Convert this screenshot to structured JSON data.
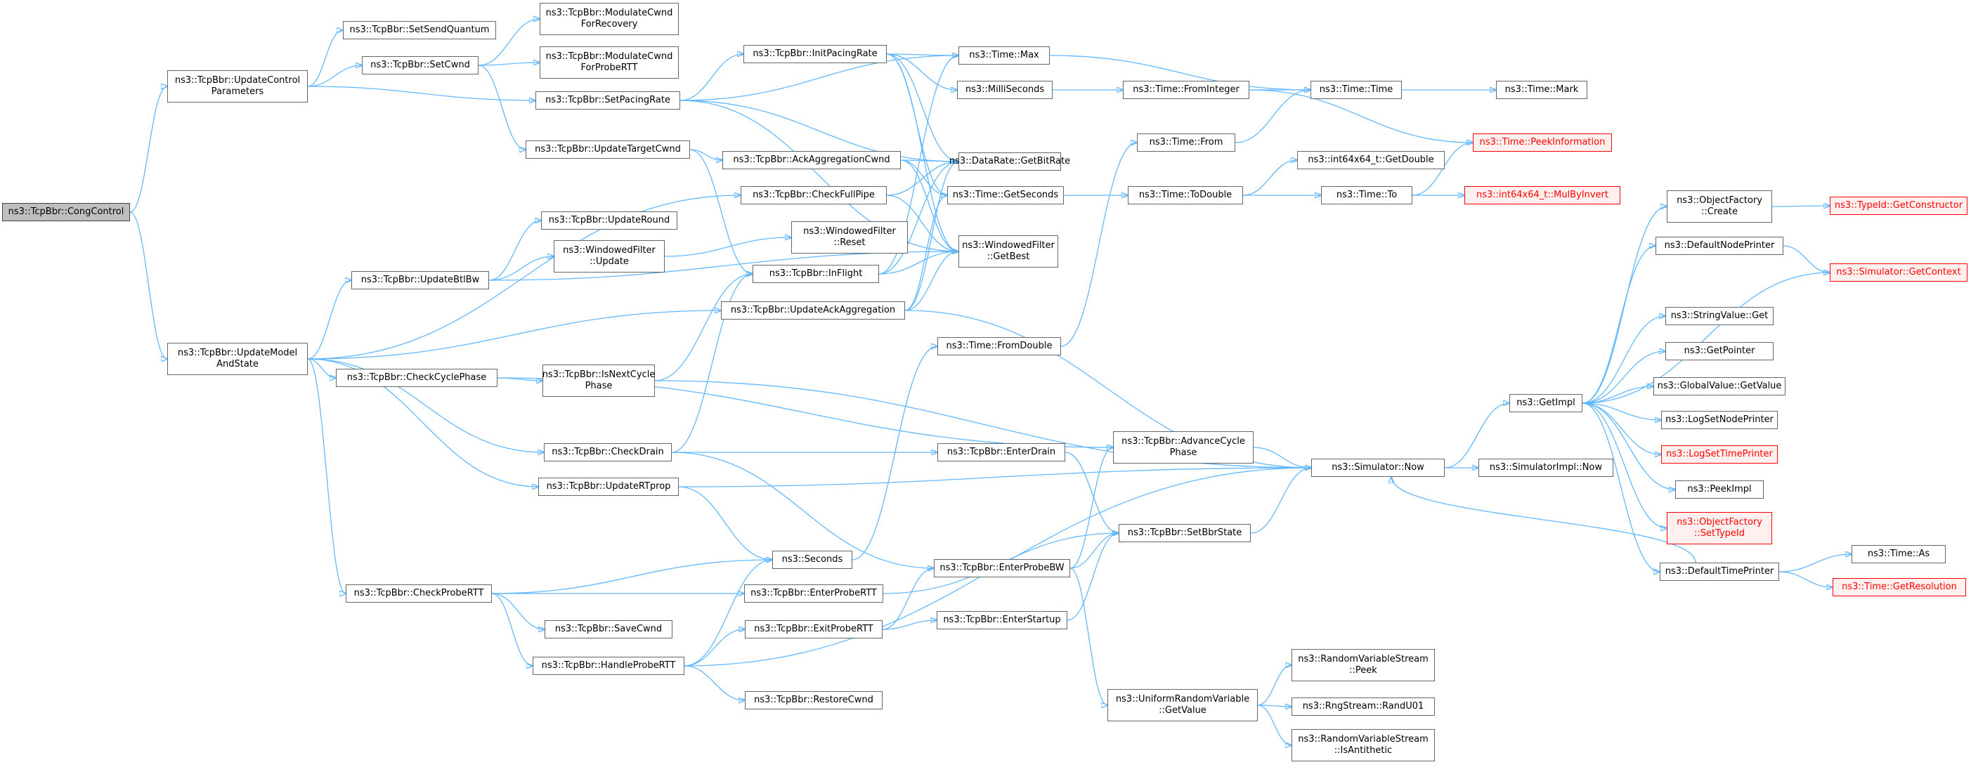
{
  "colors": {
    "edge": "#63b8ff",
    "node_border": "#666666",
    "root_fill": "#bfbfbf",
    "external_border": "#ff0000"
  },
  "nodes": [
    {
      "id": "CongControl",
      "label": "ns3::TcpBbr::CongControl",
      "kind": "root"
    },
    {
      "id": "UpdateControlParameters",
      "label": "ns3::TcpBbr::UpdateControl\nParameters"
    },
    {
      "id": "UpdateModelAndState",
      "label": "ns3::TcpBbr::UpdateModel\nAndState"
    },
    {
      "id": "SetSendQuantum",
      "label": "ns3::TcpBbr::SetSendQuantum"
    },
    {
      "id": "SetCwnd",
      "label": "ns3::TcpBbr::SetCwnd"
    },
    {
      "id": "ModulateCwndForRecovery",
      "label": "ns3::TcpBbr::ModulateCwnd\nForRecovery"
    },
    {
      "id": "ModulateCwndForProbeRTT",
      "label": "ns3::TcpBbr::ModulateCwnd\nForProbeRTT"
    },
    {
      "id": "InitPacingRate",
      "label": "ns3::TcpBbr::InitPacingRate"
    },
    {
      "id": "SetPacingRate",
      "label": "ns3::TcpBbr::SetPacingRate"
    },
    {
      "id": "UpdateTargetCwnd",
      "label": "ns3::TcpBbr::UpdateTargetCwnd"
    },
    {
      "id": "AckAggregationCwnd",
      "label": "ns3::TcpBbr::AckAggregationCwnd"
    },
    {
      "id": "CheckFullPipe",
      "label": "ns3::TcpBbr::CheckFullPipe"
    },
    {
      "id": "UpdateRound",
      "label": "ns3::TcpBbr::UpdateRound"
    },
    {
      "id": "UpdateBtlBw",
      "label": "ns3::TcpBbr::UpdateBtlBw"
    },
    {
      "id": "WFUpdate",
      "label": "ns3::WindowedFilter\n::Update"
    },
    {
      "id": "WFReset",
      "label": "ns3::WindowedFilter\n::Reset"
    },
    {
      "id": "InFlight",
      "label": "ns3::TcpBbr::InFlight"
    },
    {
      "id": "UpdateAckAggregation",
      "label": "ns3::TcpBbr::UpdateAckAggregation"
    },
    {
      "id": "CheckCyclePhase",
      "label": "ns3::TcpBbr::CheckCyclePhase"
    },
    {
      "id": "IsNextCyclePhase",
      "label": "ns3::TcpBbr::IsNextCycle\nPhase"
    },
    {
      "id": "CheckDrain",
      "label": "ns3::TcpBbr::CheckDrain"
    },
    {
      "id": "UpdateRTprop",
      "label": "ns3::TcpBbr::UpdateRTprop"
    },
    {
      "id": "CheckProbeRTT",
      "label": "ns3::TcpBbr::CheckProbeRTT"
    },
    {
      "id": "SaveCwnd",
      "label": "ns3::TcpBbr::SaveCwnd"
    },
    {
      "id": "HandleProbeRTT",
      "label": "ns3::TcpBbr::HandleProbeRTT"
    },
    {
      "id": "Seconds",
      "label": "ns3::Seconds"
    },
    {
      "id": "EnterProbeRTT",
      "label": "ns3::TcpBbr::EnterProbeRTT"
    },
    {
      "id": "ExitProbeRTT",
      "label": "ns3::TcpBbr::ExitProbeRTT"
    },
    {
      "id": "RestoreCwnd",
      "label": "ns3::TcpBbr::RestoreCwnd"
    },
    {
      "id": "TimeMax",
      "label": "ns3::Time::Max"
    },
    {
      "id": "MilliSeconds",
      "label": "ns3::MilliSeconds"
    },
    {
      "id": "GetBitRate",
      "label": "ns3::DataRate::GetBitRate"
    },
    {
      "id": "TimeGetSeconds",
      "label": "ns3::Time::GetSeconds"
    },
    {
      "id": "WFGetBest",
      "label": "ns3::WindowedFilter\n::GetBest"
    },
    {
      "id": "FromDouble",
      "label": "ns3::Time::FromDouble"
    },
    {
      "id": "EnterDrain",
      "label": "ns3::TcpBbr::EnterDrain"
    },
    {
      "id": "EnterProbeBW",
      "label": "ns3::TcpBbr::EnterProbeBW"
    },
    {
      "id": "EnterStartup",
      "label": "ns3::TcpBbr::EnterStartup"
    },
    {
      "id": "FromInteger",
      "label": "ns3::Time::FromInteger"
    },
    {
      "id": "TimeFrom",
      "label": "ns3::Time::From"
    },
    {
      "id": "ToDouble",
      "label": "ns3::Time::ToDouble"
    },
    {
      "id": "AdvanceCyclePhase",
      "label": "ns3::TcpBbr::AdvanceCycle\nPhase"
    },
    {
      "id": "SetBbrState",
      "label": "ns3::TcpBbr::SetBbrState"
    },
    {
      "id": "URVGetValue",
      "label": "ns3::UniformRandomVariable\n::GetValue"
    },
    {
      "id": "TimeTime",
      "label": "ns3::Time::Time"
    },
    {
      "id": "I64GetDouble",
      "label": "ns3::int64x64_t::GetDouble"
    },
    {
      "id": "TimeTo",
      "label": "ns3::Time::To"
    },
    {
      "id": "SimNow",
      "label": "ns3::Simulator::Now"
    },
    {
      "id": "RVSPeek",
      "label": "ns3::RandomVariableStream\n::Peek"
    },
    {
      "id": "RandU01",
      "label": "ns3::RngStream::RandU01"
    },
    {
      "id": "IsAntithetic",
      "label": "ns3::RandomVariableStream\n::IsAntithetic"
    },
    {
      "id": "TimeMark",
      "label": "ns3::Time::Mark"
    },
    {
      "id": "PeekInformation",
      "label": "ns3::Time::PeekInformation",
      "kind": "ext"
    },
    {
      "id": "MulByInvert",
      "label": "ns3::int64x64_t::MulByInvert",
      "kind": "ext"
    },
    {
      "id": "GetImpl",
      "label": "ns3::GetImpl"
    },
    {
      "id": "SimImplNow",
      "label": "ns3::SimulatorImpl::Now"
    },
    {
      "id": "OFCreate",
      "label": "ns3::ObjectFactory\n::Create"
    },
    {
      "id": "DefaultNodePrinter",
      "label": "ns3::DefaultNodePrinter"
    },
    {
      "id": "StringValueGet",
      "label": "ns3::StringValue::Get"
    },
    {
      "id": "GetPointer",
      "label": "ns3::GetPointer"
    },
    {
      "id": "GlobalValueGetValue",
      "label": "ns3::GlobalValue::GetValue"
    },
    {
      "id": "LogSetNodePrinter",
      "label": "ns3::LogSetNodePrinter"
    },
    {
      "id": "LogSetTimePrinter",
      "label": "ns3::LogSetTimePrinter",
      "kind": "ext"
    },
    {
      "id": "PeekImpl",
      "label": "ns3::PeekImpl"
    },
    {
      "id": "OFSetTypeId",
      "label": "ns3::ObjectFactory\n::SetTypeId",
      "kind": "ext"
    },
    {
      "id": "DefaultTimePrinter",
      "label": "ns3::DefaultTimePrinter"
    },
    {
      "id": "GetConstructor",
      "label": "ns3::TypeId::GetConstructor",
      "kind": "ext"
    },
    {
      "id": "GetContext",
      "label": "ns3::Simulator::GetContext",
      "kind": "ext"
    },
    {
      "id": "TimeAs",
      "label": "ns3::Time::As"
    },
    {
      "id": "GetResolution",
      "label": "ns3::Time::GetResolution",
      "kind": "ext"
    }
  ],
  "edges": [
    [
      "CongControl",
      "UpdateControlParameters"
    ],
    [
      "CongControl",
      "UpdateModelAndState"
    ],
    [
      "UpdateControlParameters",
      "SetSendQuantum"
    ],
    [
      "UpdateControlParameters",
      "SetCwnd"
    ],
    [
      "UpdateControlParameters",
      "SetPacingRate"
    ],
    [
      "SetCwnd",
      "ModulateCwndForRecovery"
    ],
    [
      "SetCwnd",
      "ModulateCwndForProbeRTT"
    ],
    [
      "SetCwnd",
      "UpdateTargetCwnd"
    ],
    [
      "SetPacingRate",
      "InitPacingRate"
    ],
    [
      "SetPacingRate",
      "TimeMax"
    ],
    [
      "SetPacingRate",
      "GetBitRate"
    ],
    [
      "SetPacingRate",
      "WFGetBest"
    ],
    [
      "InitPacingRate",
      "TimeMax"
    ],
    [
      "InitPacingRate",
      "MilliSeconds"
    ],
    [
      "InitPacingRate",
      "GetBitRate"
    ],
    [
      "InitPacingRate",
      "TimeGetSeconds"
    ],
    [
      "InitPacingRate",
      "WFGetBest"
    ],
    [
      "UpdateTargetCwnd",
      "AckAggregationCwnd"
    ],
    [
      "UpdateTargetCwnd",
      "InFlight"
    ],
    [
      "AckAggregationCwnd",
      "GetBitRate"
    ],
    [
      "AckAggregationCwnd",
      "TimeGetSeconds"
    ],
    [
      "AckAggregationCwnd",
      "WFGetBest"
    ],
    [
      "CheckFullPipe",
      "GetBitRate"
    ],
    [
      "CheckFullPipe",
      "WFGetBest"
    ],
    [
      "InFlight",
      "GetBitRate"
    ],
    [
      "InFlight",
      "TimeMax"
    ],
    [
      "InFlight",
      "WFGetBest"
    ],
    [
      "UpdateModelAndState",
      "UpdateBtlBw"
    ],
    [
      "UpdateModelAndState",
      "CheckFullPipe"
    ],
    [
      "UpdateModelAndState",
      "UpdateAckAggregation"
    ],
    [
      "UpdateModelAndState",
      "CheckCyclePhase"
    ],
    [
      "UpdateModelAndState",
      "CheckDrain"
    ],
    [
      "UpdateModelAndState",
      "UpdateRTprop"
    ],
    [
      "UpdateModelAndState",
      "CheckProbeRTT"
    ],
    [
      "UpdateBtlBw",
      "UpdateRound"
    ],
    [
      "UpdateBtlBw",
      "WFUpdate"
    ],
    [
      "UpdateBtlBw",
      "WFGetBest"
    ],
    [
      "WFUpdate",
      "WFReset"
    ],
    [
      "UpdateAckAggregation",
      "GetBitRate"
    ],
    [
      "UpdateAckAggregation",
      "TimeGetSeconds"
    ],
    [
      "UpdateAckAggregation",
      "WFGetBest"
    ],
    [
      "UpdateAckAggregation",
      "SimNow"
    ],
    [
      "CheckCyclePhase",
      "IsNextCyclePhase"
    ],
    [
      "CheckCyclePhase",
      "AdvanceCyclePhase"
    ],
    [
      "IsNextCyclePhase",
      "InFlight"
    ],
    [
      "IsNextCyclePhase",
      "SimNow"
    ],
    [
      "CheckDrain",
      "InFlight"
    ],
    [
      "CheckDrain",
      "EnterDrain"
    ],
    [
      "CheckDrain",
      "EnterProbeBW"
    ],
    [
      "UpdateRTprop",
      "SimNow"
    ],
    [
      "UpdateRTprop",
      "Seconds"
    ],
    [
      "CheckProbeRTT",
      "Seconds"
    ],
    [
      "CheckProbeRTT",
      "EnterProbeRTT"
    ],
    [
      "CheckProbeRTT",
      "SaveCwnd"
    ],
    [
      "CheckProbeRTT",
      "HandleProbeRTT"
    ],
    [
      "HandleProbeRTT",
      "Seconds"
    ],
    [
      "HandleProbeRTT",
      "ExitProbeRTT"
    ],
    [
      "HandleProbeRTT",
      "RestoreCwnd"
    ],
    [
      "HandleProbeRTT",
      "SimNow"
    ],
    [
      "Seconds",
      "FromDouble"
    ],
    [
      "EnterProbeRTT",
      "SetBbrState"
    ],
    [
      "ExitProbeRTT",
      "EnterProbeBW"
    ],
    [
      "ExitProbeRTT",
      "EnterStartup"
    ],
    [
      "EnterDrain",
      "SetBbrState"
    ],
    [
      "EnterStartup",
      "SetBbrState"
    ],
    [
      "EnterProbeBW",
      "AdvanceCyclePhase"
    ],
    [
      "EnterProbeBW",
      "SetBbrState"
    ],
    [
      "EnterProbeBW",
      "URVGetValue"
    ],
    [
      "AdvanceCyclePhase",
      "SimNow"
    ],
    [
      "SetBbrState",
      "SimNow"
    ],
    [
      "FromDouble",
      "TimeFrom"
    ],
    [
      "TimeMax",
      "TimeTime"
    ],
    [
      "MilliSeconds",
      "FromInteger"
    ],
    [
      "FromInteger",
      "TimeTime"
    ],
    [
      "FromInteger",
      "PeekInformation"
    ],
    [
      "TimeFrom",
      "TimeTime"
    ],
    [
      "TimeGetSeconds",
      "ToDouble"
    ],
    [
      "ToDouble",
      "I64GetDouble"
    ],
    [
      "ToDouble",
      "TimeTo"
    ],
    [
      "TimeTo",
      "PeekInformation"
    ],
    [
      "TimeTo",
      "MulByInvert"
    ],
    [
      "TimeTime",
      "TimeMark"
    ],
    [
      "URVGetValue",
      "RVSPeek"
    ],
    [
      "URVGetValue",
      "RandU01"
    ],
    [
      "URVGetValue",
      "IsAntithetic"
    ],
    [
      "SimNow",
      "GetImpl"
    ],
    [
      "SimNow",
      "SimImplNow"
    ],
    [
      "GetImpl",
      "OFCreate"
    ],
    [
      "GetImpl",
      "DefaultNodePrinter"
    ],
    [
      "GetImpl",
      "GetContext"
    ],
    [
      "GetImpl",
      "StringValueGet"
    ],
    [
      "GetImpl",
      "GetPointer"
    ],
    [
      "GetImpl",
      "GlobalValueGetValue"
    ],
    [
      "GetImpl",
      "LogSetNodePrinter"
    ],
    [
      "GetImpl",
      "LogSetTimePrinter"
    ],
    [
      "GetImpl",
      "PeekImpl"
    ],
    [
      "GetImpl",
      "OFSetTypeId"
    ],
    [
      "GetImpl",
      "DefaultTimePrinter"
    ],
    [
      "OFCreate",
      "GetConstructor"
    ],
    [
      "DefaultNodePrinter",
      "GetContext"
    ],
    [
      "DefaultTimePrinter",
      "SimNow"
    ],
    [
      "DefaultTimePrinter",
      "TimeAs"
    ],
    [
      "DefaultTimePrinter",
      "GetResolution"
    ]
  ]
}
